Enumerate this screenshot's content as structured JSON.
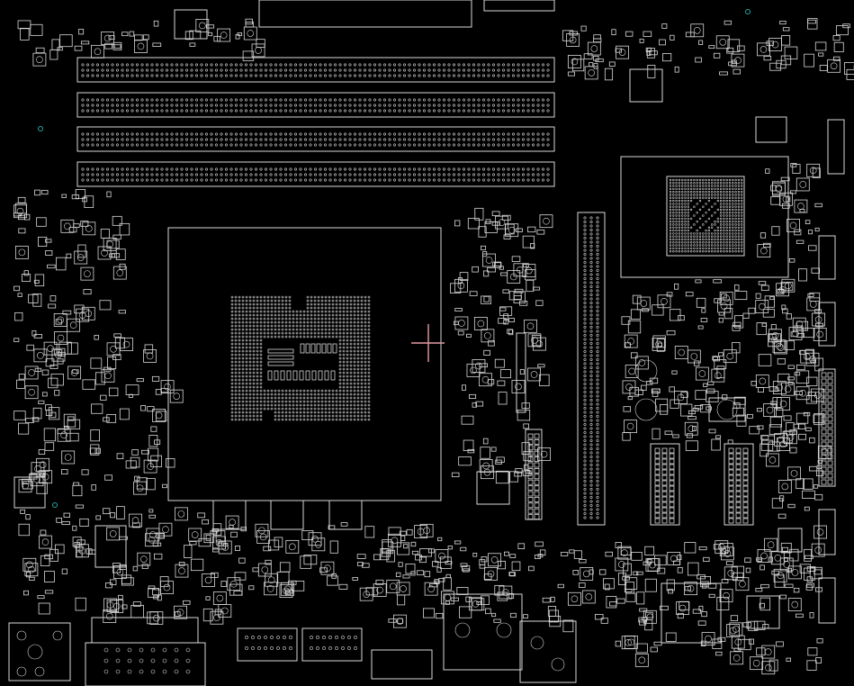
{
  "view": {
    "background": "#000000",
    "outline_color": "#d8d8d8",
    "via_color": "#2aa6a6",
    "cursor_color": "#e89aa6"
  },
  "components": {
    "cpu_socket": {
      "name": "cpu-socket"
    },
    "dimm_slots": {
      "count": 4
    },
    "pcie_slot": {
      "count": 1
    },
    "chipset": {
      "name": "chipset-bga"
    },
    "io_chip": {
      "name": "super-io-chip"
    },
    "rear_io": [
      "usb-stack",
      "vga-connector",
      "dvi-connector",
      "lan-usb-stack",
      "audio-jack",
      "ps2-port"
    ]
  }
}
